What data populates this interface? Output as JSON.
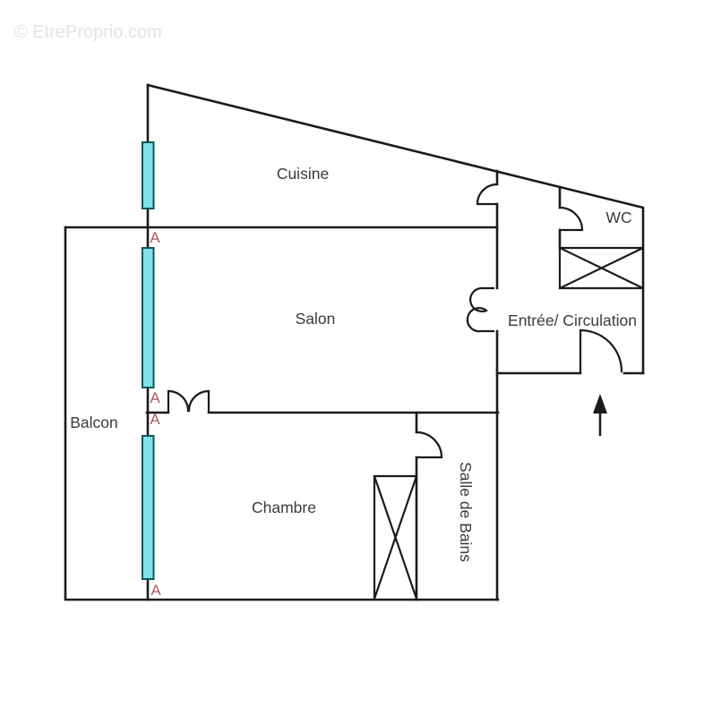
{
  "watermark": "© EtreProprio.com",
  "rooms": {
    "cuisine": "Cuisine",
    "wc": "WC",
    "salon": "Salon",
    "entree_circulation": "Entrée/ Circulation",
    "balcon": "Balcon",
    "chambre": "Chambre",
    "salle_de_bains": "Salle de Bains"
  },
  "markers": {
    "window_section_label": "A"
  },
  "colors": {
    "wall": "#1b1b1b",
    "room_label": "#3b3b3b",
    "marker_red": "#b15757",
    "window_fill": "#80e2e8",
    "window_border": "#0e565c",
    "watermark_gray": "#e3e3e3",
    "background": "#ffffff"
  }
}
